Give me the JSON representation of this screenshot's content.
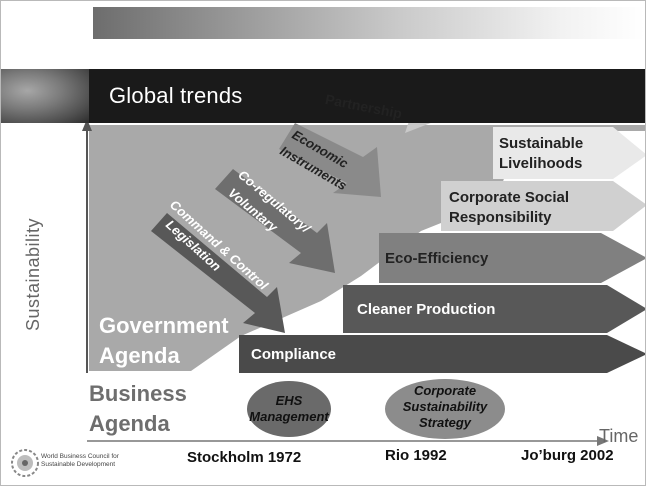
{
  "banner": {
    "title": "Global trends"
  },
  "axes": {
    "y_label": "Sustainability",
    "x_label": "Time"
  },
  "agendas": {
    "government": [
      "Government",
      "Agenda"
    ],
    "business": [
      "Business",
      "Agenda"
    ]
  },
  "diagonal_arrows": {
    "partnership": "Partnership",
    "economic": [
      "Economic",
      "Instruments"
    ],
    "coregulatory": [
      "Co-regulatory/",
      "Voluntary"
    ],
    "command": [
      "Command & Control",
      "Legislation"
    ]
  },
  "horizontal_arrows": {
    "livelihoods": [
      "Sustainable",
      "Livelihoods"
    ],
    "csr": [
      "Corporate Social",
      "Responsibility"
    ],
    "ecoefficiency": "Eco-Efficiency",
    "cleaner": "Cleaner Production",
    "compliance": "Compliance"
  },
  "ellipses": {
    "ehs": [
      "EHS",
      "Management"
    ],
    "corporate": [
      "Corporate",
      "Sustainability",
      "Strategy"
    ]
  },
  "milestones": [
    "Stockholm 1972",
    "Rio 1992",
    "Jo’burg 2002"
  ],
  "logo": {
    "text": [
      "World Business Council for",
      "Sustainable Development"
    ]
  },
  "colors": {
    "dark": "#1a1a1a",
    "area": "#a9a9a9",
    "arrow_dark": "#555555",
    "arrow_mid": "#7e7e7e",
    "arrow_light": "#c9c9c9"
  }
}
